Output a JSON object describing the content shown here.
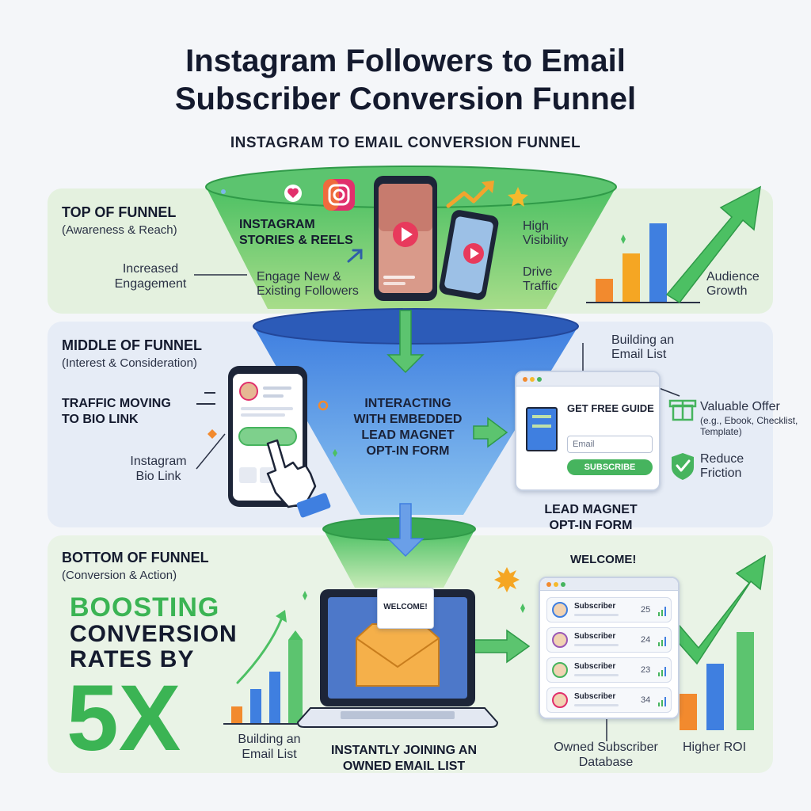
{
  "title_line1": "Instagram Followers to Email",
  "title_line2": "Subscriber Conversion Funnel",
  "subtitle": "INSTAGRAM TO EMAIL CONVERSION FUNNEL",
  "top": {
    "heading": "TOP OF FUNNEL",
    "sub": "(Awareness & Reach)",
    "funnel_label_1": "INSTAGRAM",
    "funnel_label_2": "STORIES & REELS",
    "engage_1": "Engage New &",
    "engage_2": "Existing Followers",
    "increased_1": "Increased",
    "increased_2": "Engagement",
    "high_1": "High",
    "high_2": "Visibility",
    "drive_1": "Drive",
    "drive_2": "Traffic",
    "audience_1": "Audience",
    "audience_2": "Growth"
  },
  "middle": {
    "heading": "MIDDLE OF FUNNEL",
    "sub": "(Interest & Consideration)",
    "traffic_1": "TRAFFIC MOVING",
    "traffic_2": "TO BIO LINK",
    "bio_1": "Instagram",
    "bio_2": "Bio Link",
    "center_1": "INTERACTING",
    "center_2": "WITH EMBEDDED",
    "center_3": "LEAD MAGNET",
    "center_4": "OPT-IN FORM",
    "building_1": "Building an",
    "building_2": "Email List",
    "form_title": "GET FREE GUIDE",
    "email_placeholder": "Email",
    "subscribe": "SUBSCRIBE",
    "lead_1": "LEAD MAGNET",
    "lead_2": "OPT-IN FORM",
    "offer_1": "Valuable Offer",
    "offer_2": "(e.g., Ebook, Checklist,",
    "offer_3": "Template)",
    "reduce_1": "Reduce",
    "reduce_2": "Friction"
  },
  "bottom": {
    "heading": "BOTTOM OF FUNNEL",
    "sub": "(Conversion & Action)",
    "boost_1": "BOOSTING",
    "boost_2": "CONVERSION",
    "boost_3": "RATES BY",
    "boost_4": "5X",
    "building_1": "Building an",
    "building_2": "Email List",
    "welcome_card": "WELCOME!",
    "instantly_1": "INSTANTLY JOINING AN",
    "instantly_2": "OWNED EMAIL LIST",
    "welcome_heading": "WELCOME!",
    "subscribers": [
      {
        "name": "Subscriber",
        "num": "25"
      },
      {
        "name": "Subscriber",
        "num": "24"
      },
      {
        "name": "Subscriber",
        "num": "23"
      },
      {
        "name": "Subscriber",
        "num": "34"
      }
    ],
    "owned_1": "Owned Subscriber",
    "owned_2": "Database",
    "roi": "Higher ROI"
  },
  "colors": {
    "green": "#3bb454",
    "blue": "#3f7fe0",
    "orange": "#f28a2e",
    "navy": "#141a2e"
  }
}
